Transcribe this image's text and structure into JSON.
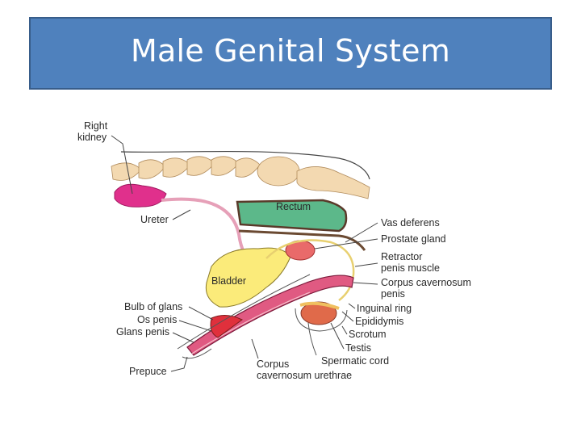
{
  "slide": {
    "title": "Male Genital System"
  },
  "diagram": {
    "labels": {
      "right_kidney_1": "Right",
      "right_kidney_2": "kidney",
      "ureter": "Ureter",
      "rectum": "Rectum",
      "bladder": "Bladder",
      "vas_deferens": "Vas deferens",
      "prostate_gland": "Prostate gland",
      "retractor_1": "Retractor",
      "retractor_2": "penis muscle",
      "corpus_cav_penis_1": "Corpus cavernosum",
      "corpus_cav_penis_2": "penis",
      "inguinal_ring": "Inguinal ring",
      "epididymis": "Epididymis",
      "scrotum": "Scrotum",
      "testis": "Testis",
      "spermatic_cord": "Spermatic cord",
      "bulb_of_glans": "Bulb of glans",
      "os_penis": "Os penis",
      "glans_penis": "Glans penis",
      "prepuce": "Prepuce",
      "corpus_cav_urethrae_1": "Corpus",
      "corpus_cav_urethrae_2": "cavernosum urethrae"
    }
  }
}
